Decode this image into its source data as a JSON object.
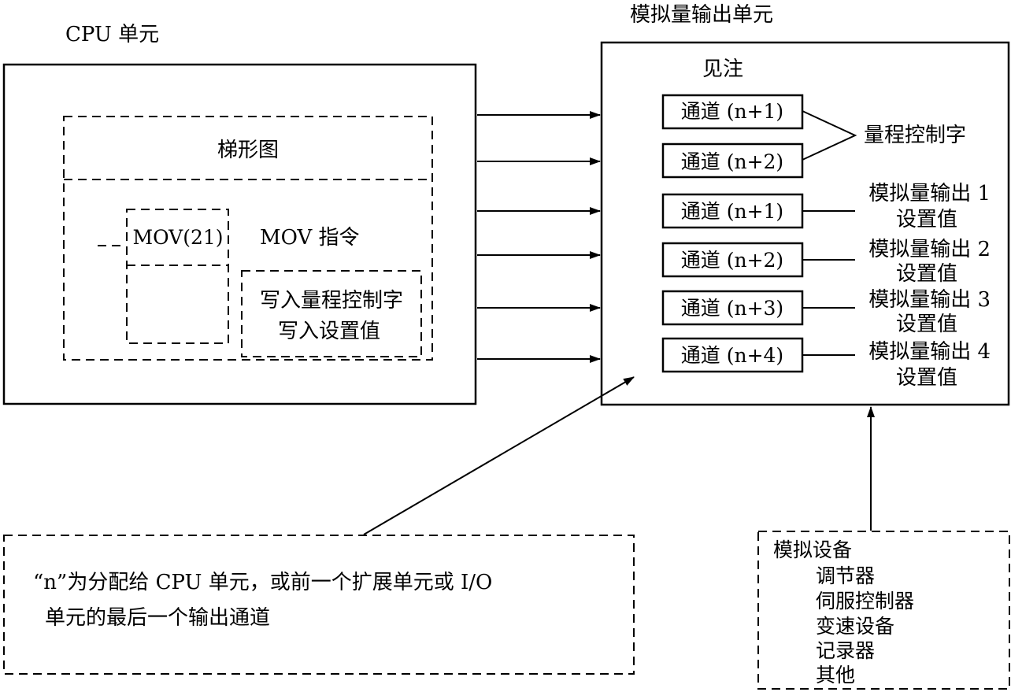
{
  "cpu_unit": {
    "title": "CPU 单元",
    "ladder_label": "梯形图",
    "mov_box_label": "MOV(21)",
    "mov_instruction_label": "MOV 指令",
    "write_lines": [
      "写入量程控制字",
      "写入设置值"
    ]
  },
  "analog_unit": {
    "title": "模拟量输出单元",
    "note_label": "见注",
    "range_label": "量程控制字",
    "range_channels": [
      "通道 (n+1)",
      "通道 (n+2)"
    ],
    "output_rows": [
      {
        "channel": "通道 (n+1)",
        "label_line1": "模拟量输出 1",
        "label_line2": "设置值"
      },
      {
        "channel": "通道 (n+2)",
        "label_line1": "模拟量输出 2",
        "label_line2": "设置值"
      },
      {
        "channel": "通道 (n+3)",
        "label_line1": "模拟量输出 3",
        "label_line2": "设置值"
      },
      {
        "channel": "通道 (n+4)",
        "label_line1": "模拟量输出 4",
        "label_line2": "设置值"
      }
    ]
  },
  "note": {
    "lines": [
      "“n”为分配给 CPU 单元，或前一个扩展单元或 I/O",
      "单元的最后一个输出通道"
    ]
  },
  "devices": {
    "title": "模拟设备",
    "items": [
      "调节器",
      "伺服控制器",
      "变速设备",
      "记录器",
      "其他"
    ]
  },
  "colors": {
    "stroke": "#000000",
    "background": "#ffffff"
  }
}
